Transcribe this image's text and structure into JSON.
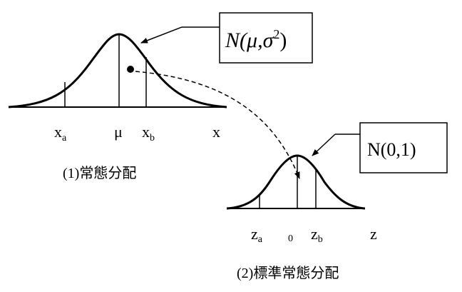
{
  "top_curve": {
    "label_box": {
      "base": "N(",
      "mu": "μ",
      "comma": ",",
      "sigma": "σ",
      "exp": "2",
      "close": ")"
    },
    "axis_labels": {
      "xa_base": "x",
      "xa_sub": "a",
      "mu": "μ",
      "xb_base": "x",
      "xb_sub": "b",
      "x": "x"
    },
    "caption": "(1)常態分配"
  },
  "bottom_curve": {
    "label_box": "N(0,1)",
    "axis_labels": {
      "za_base": "z",
      "za_sub": "a",
      "zero": "0",
      "zb_base": "z",
      "zb_sub": "b",
      "z": "z"
    },
    "caption": "(2)標準常態分配"
  }
}
